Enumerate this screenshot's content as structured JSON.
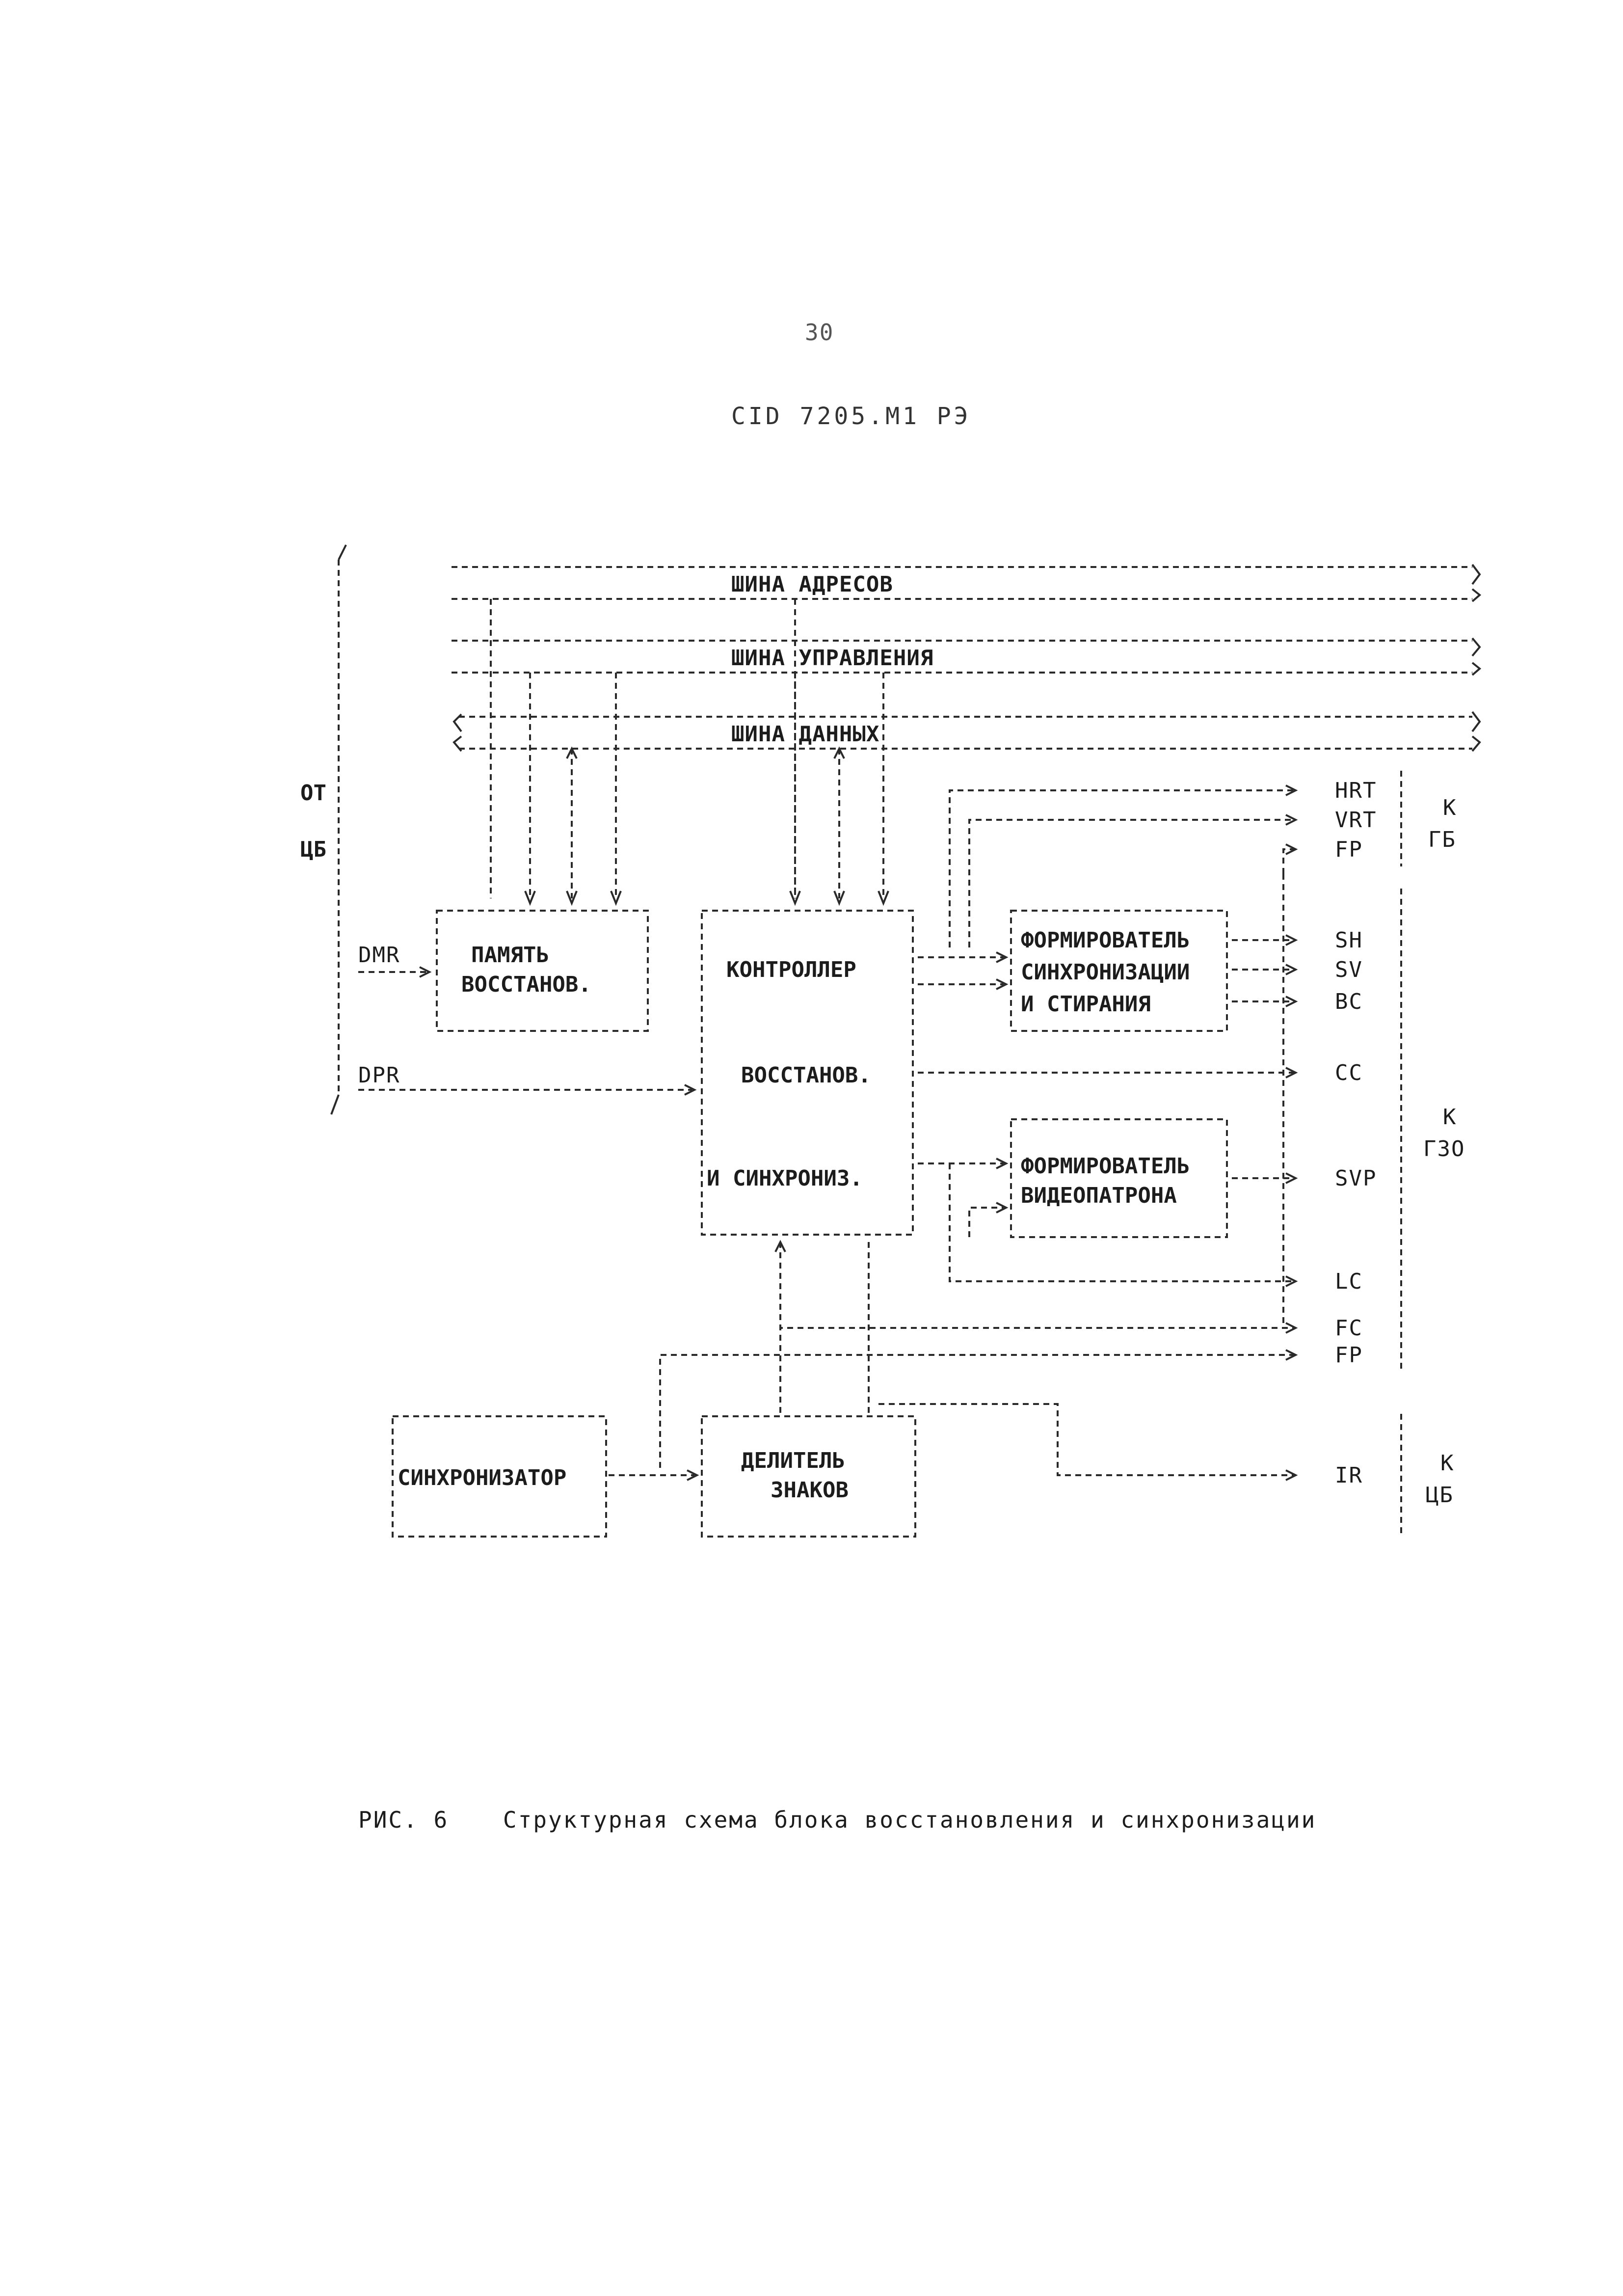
{
  "page_number": "30",
  "doc_code": "CID 7205.М1 РЭ",
  "buses": {
    "address": "ШИНА АДРЕСОВ",
    "control": "ШИНА УПРАВЛЕНИЯ",
    "data": "ШИНА ДАННЫХ"
  },
  "blocks": {
    "memory": [
      "ПАМЯТЬ",
      "ВОССТАНОВ."
    ],
    "controller": [
      "КОНТРОЛЛЕР",
      "ВОССТАНОВ.",
      "И СИНХРОНИЗ."
    ],
    "sync_former": [
      "ФОРМИРОВАТЕЛЬ",
      "СИНХРОНИЗАЦИИ",
      "И СТИРАНИЯ"
    ],
    "video_former": [
      "ФОРМИРОВАТЕЛЬ",
      "ВИДЕОПАТРОНА"
    ],
    "synchronizer": [
      "СИНХРОНИЗАТОР"
    ],
    "divider": [
      "ДЕЛИТЕЛЬ",
      "ЗНАКОВ"
    ]
  },
  "inputs": {
    "from_label": [
      "ОТ",
      "ЦБ"
    ],
    "dmr": "DMR",
    "dpr": "DPR"
  },
  "outputs": {
    "to_gb": {
      "signals": [
        "HRT",
        "VRT",
        "FP"
      ],
      "label": [
        "К",
        "ГБ"
      ]
    },
    "to_gzo": {
      "signals": [
        "SH",
        "SV",
        "BC",
        "CC",
        "SVP",
        "LC",
        "FC",
        "FP"
      ],
      "label": [
        "К",
        "ГЗО"
      ]
    },
    "to_cb": {
      "signals": [
        "IR"
      ],
      "label": [
        "К",
        "ЦБ"
      ]
    }
  },
  "caption": {
    "number": "РИС. 6",
    "text": "Структурная схема блока восстановления и синхронизации"
  }
}
